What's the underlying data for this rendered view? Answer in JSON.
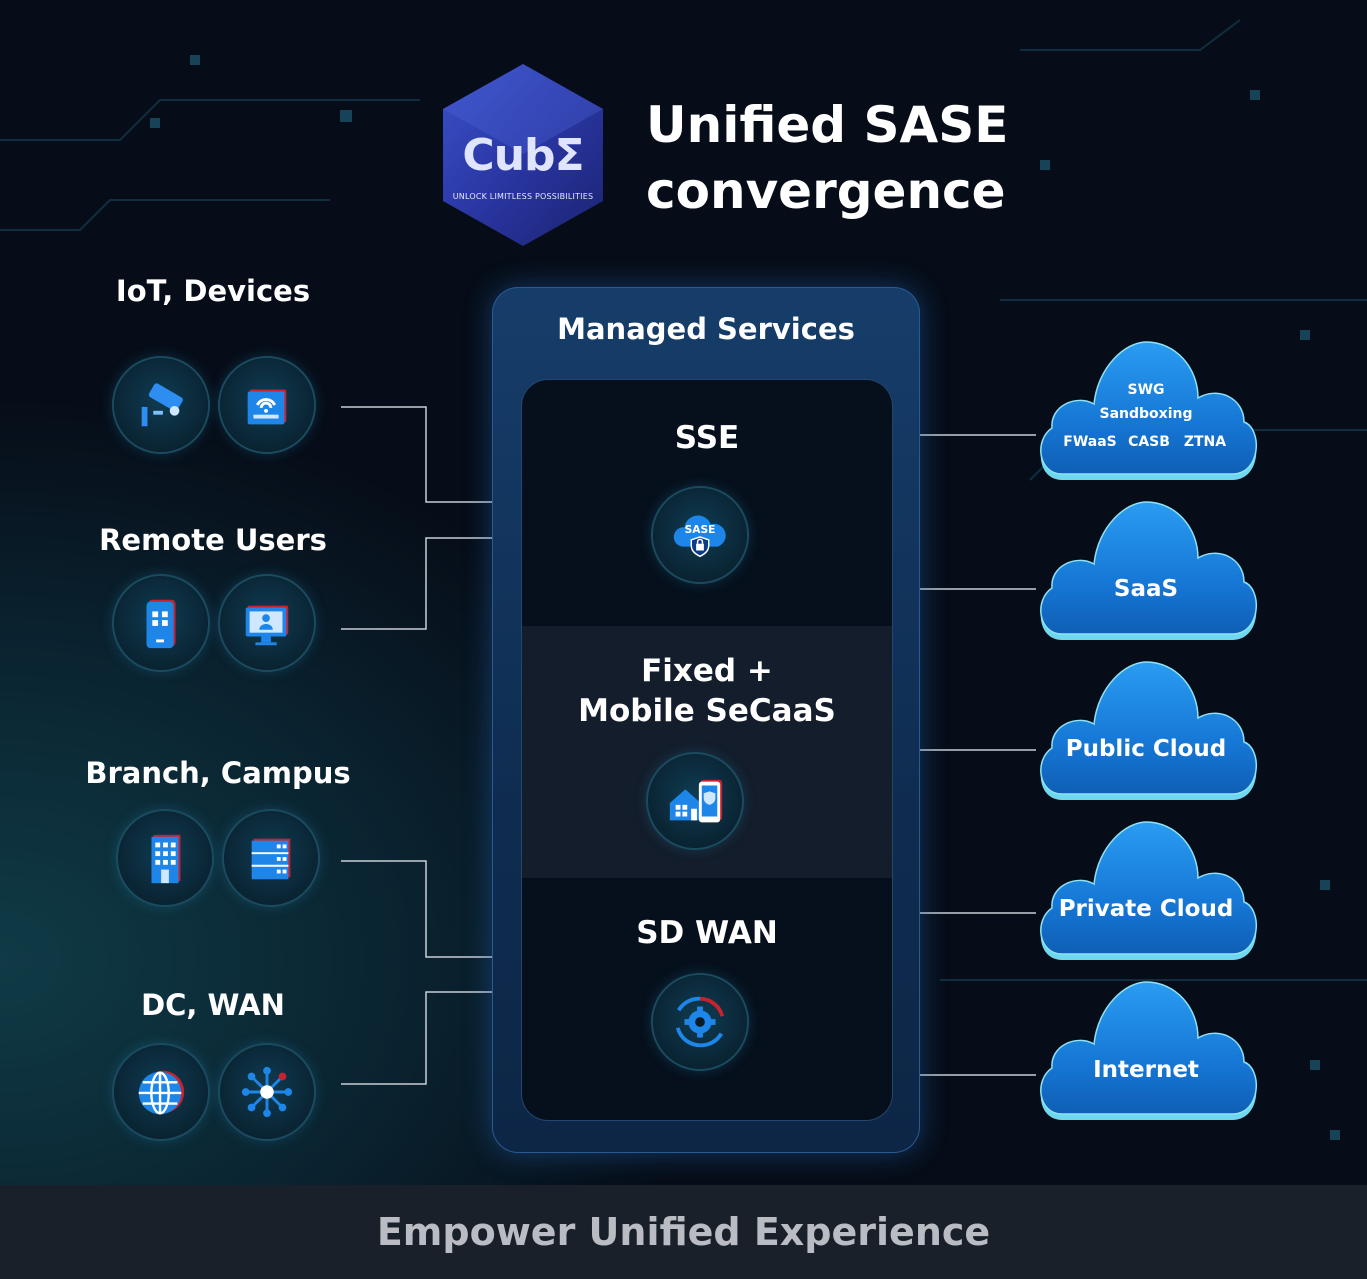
{
  "logo": {
    "name": "CubΣ",
    "tagline": "UNLOCK LIMITLESS POSSIBILITIES"
  },
  "title": {
    "line1": "Unified SASE",
    "line2": "convergence"
  },
  "groups": {
    "iot": {
      "label": "IoT, Devices",
      "icons": [
        "cctv-camera-icon",
        "wifi-router-icon"
      ]
    },
    "remote": {
      "label": "Remote Users",
      "icons": [
        "mobile-phone-icon",
        "desktop-user-icon"
      ]
    },
    "branch": {
      "label": "Branch, Campus",
      "icons": [
        "office-building-icon",
        "server-rack-icon"
      ]
    },
    "dc": {
      "label": "DC, WAN",
      "icons": [
        "globe-icon",
        "network-hub-icon"
      ]
    }
  },
  "managed": {
    "title": "Managed Services",
    "sse": {
      "label": "SSE",
      "icon_text": "SASE",
      "icon": "sase-cloud-shield-icon"
    },
    "secaas": {
      "line1": "Fixed +",
      "line2": "Mobile SeCaaS",
      "icon": "home-mobile-shield-icon"
    },
    "sdwan": {
      "label": "SD WAN",
      "icon": "gear-sync-icon"
    }
  },
  "clouds": {
    "security": {
      "line1": "SWG",
      "line2": "Sandboxing",
      "items": [
        "FWaaS",
        "CASB",
        "ZTNA"
      ]
    },
    "saas": "SaaS",
    "public": "Public Cloud",
    "private": "Private Cloud",
    "internet": "Internet"
  },
  "footer": "Empower Unified Experience",
  "colors": {
    "accent": "#1b8fe6",
    "panel": "#163d6a",
    "line": "#c9ced6"
  }
}
